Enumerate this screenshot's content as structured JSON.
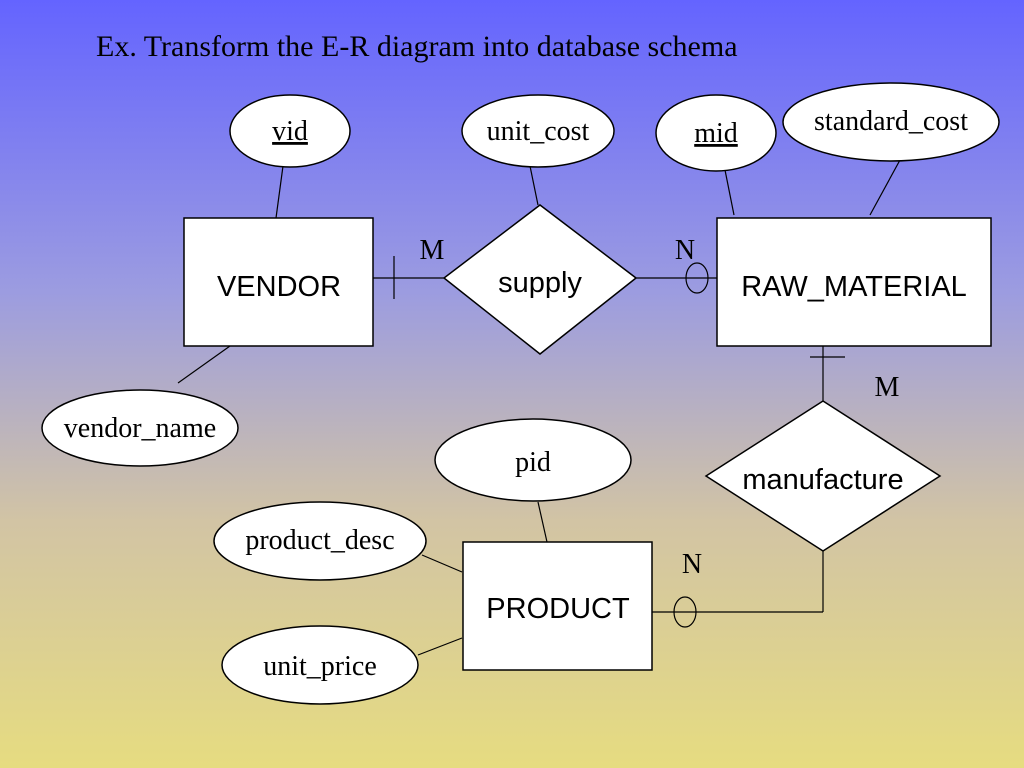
{
  "title": "Ex. Transform the E-R diagram into database schema",
  "entities": {
    "vendor": "VENDOR",
    "raw_material": "RAW_MATERIAL",
    "product": "PRODUCT"
  },
  "relationships": {
    "supply": "supply",
    "manufacture": "manufacture"
  },
  "attributes": {
    "vid": "vid",
    "unit_cost": "unit_cost",
    "mid": "mid",
    "standard_cost": "standard_cost",
    "vendor_name": "vendor_name",
    "pid": "pid",
    "product_desc": "product_desc",
    "unit_price": "unit_price"
  },
  "cardinalities": {
    "vendor_supply": "M",
    "supply_raw_material": "N",
    "raw_material_manufacture": "M",
    "manufacture_product": "N"
  }
}
